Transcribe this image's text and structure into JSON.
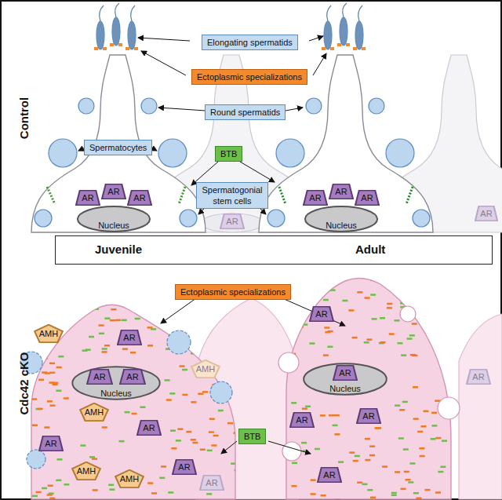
{
  "diagram": {
    "nodes": [
      {
        "text": [
          "Elongating spermatids"
        ]
      },
      {
        "text": [
          "Ectoplasmic specializations"
        ]
      },
      {
        "text": [
          "Round spermatids"
        ]
      },
      {
        "text": [
          "Spermatocytes"
        ]
      },
      {
        "text": [
          "BTB"
        ]
      },
      {
        "text": [
          "Spermatogonial stem cells"
        ]
      },
      {
        "text": [
          "AR"
        ]
      },
      {
        "text": [
          "Nucleus"
        ]
      },
      {
        "text": [
          "AR"
        ]
      },
      {
        "text": [
          "AR"
        ]
      },
      {
        "text": [
          "AR"
        ]
      },
      {
        "text": [
          "Nucleus"
        ]
      },
      {
        "text": [
          "AR"
        ]
      },
      {
        "text": [
          "AR"
        ]
      },
      {
        "text": [
          "AR"
        ]
      },
      {
        "text": [
          "AR"
        ]
      },
      {
        "text": [
          "Juvenile",
          "Adult"
        ]
      },
      {
        "text": [
          "Ectoplasmic specializations"
        ]
      },
      {
        "text": [
          "AMH"
        ]
      },
      {
        "text": [
          "AR"
        ]
      },
      {
        "text": [
          "Nucleus"
        ]
      },
      {
        "text": [
          "AR"
        ],
        "in": 20
      },
      {
        "text": [
          "AR"
        ],
        "in": 20
      },
      {
        "text": [
          "AMH"
        ]
      },
      {
        "text": [
          "AR"
        ]
      },
      {
        "text": [
          "AR"
        ]
      },
      {
        "text": [
          "AMH"
        ]
      },
      {
        "text": [
          "AMH"
        ]
      },
      {
        "text": [
          "AR"
        ]
      },
      {
        "text": [
          "AMH"
        ]
      },
      {
        "text": [
          "AR"
        ]
      },
      {
        "text": [
          "BTB"
        ]
      },
      {
        "text": [
          "AR"
        ]
      },
      {
        "text": [
          "Nucleus"
        ]
      },
      {
        "text": [
          "AR"
        ],
        "in": 33
      },
      {
        "text": [
          "AR"
        ]
      },
      {
        "text": [
          "AR"
        ]
      },
      {
        "text": [
          "AR"
        ]
      },
      {
        "text": [
          "AR"
        ]
      }
    ],
    "labels": [
      "Control",
      "Cdc42 cKO"
    ]
  }
}
